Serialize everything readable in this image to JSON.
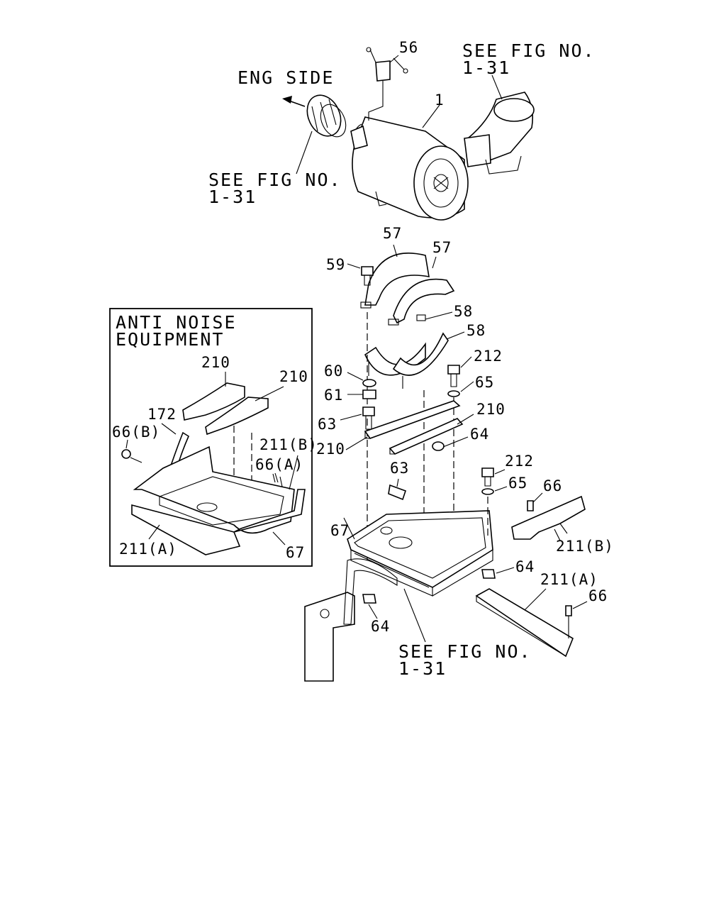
{
  "notes": {
    "eng_side": "ENG SIDE",
    "see_fig_line1": "SEE FIG NO.",
    "see_fig_line2": "1-31"
  },
  "inset": {
    "title_line1": "ANTI NOISE",
    "title_line2": "EQUIPMENT"
  },
  "callouts": {
    "p1": "1",
    "p56": "56",
    "p57": "57",
    "p58": "58",
    "p59": "59",
    "p60": "60",
    "p61": "61",
    "p63": "63",
    "p64": "64",
    "p65": "65",
    "p66": "66",
    "p67": "67",
    "p210": "210",
    "p212": "212",
    "p172": "172",
    "p66a": "66(A)",
    "p66b": "66(B)",
    "p211a": "211(A)",
    "p211b": "211(B)"
  }
}
